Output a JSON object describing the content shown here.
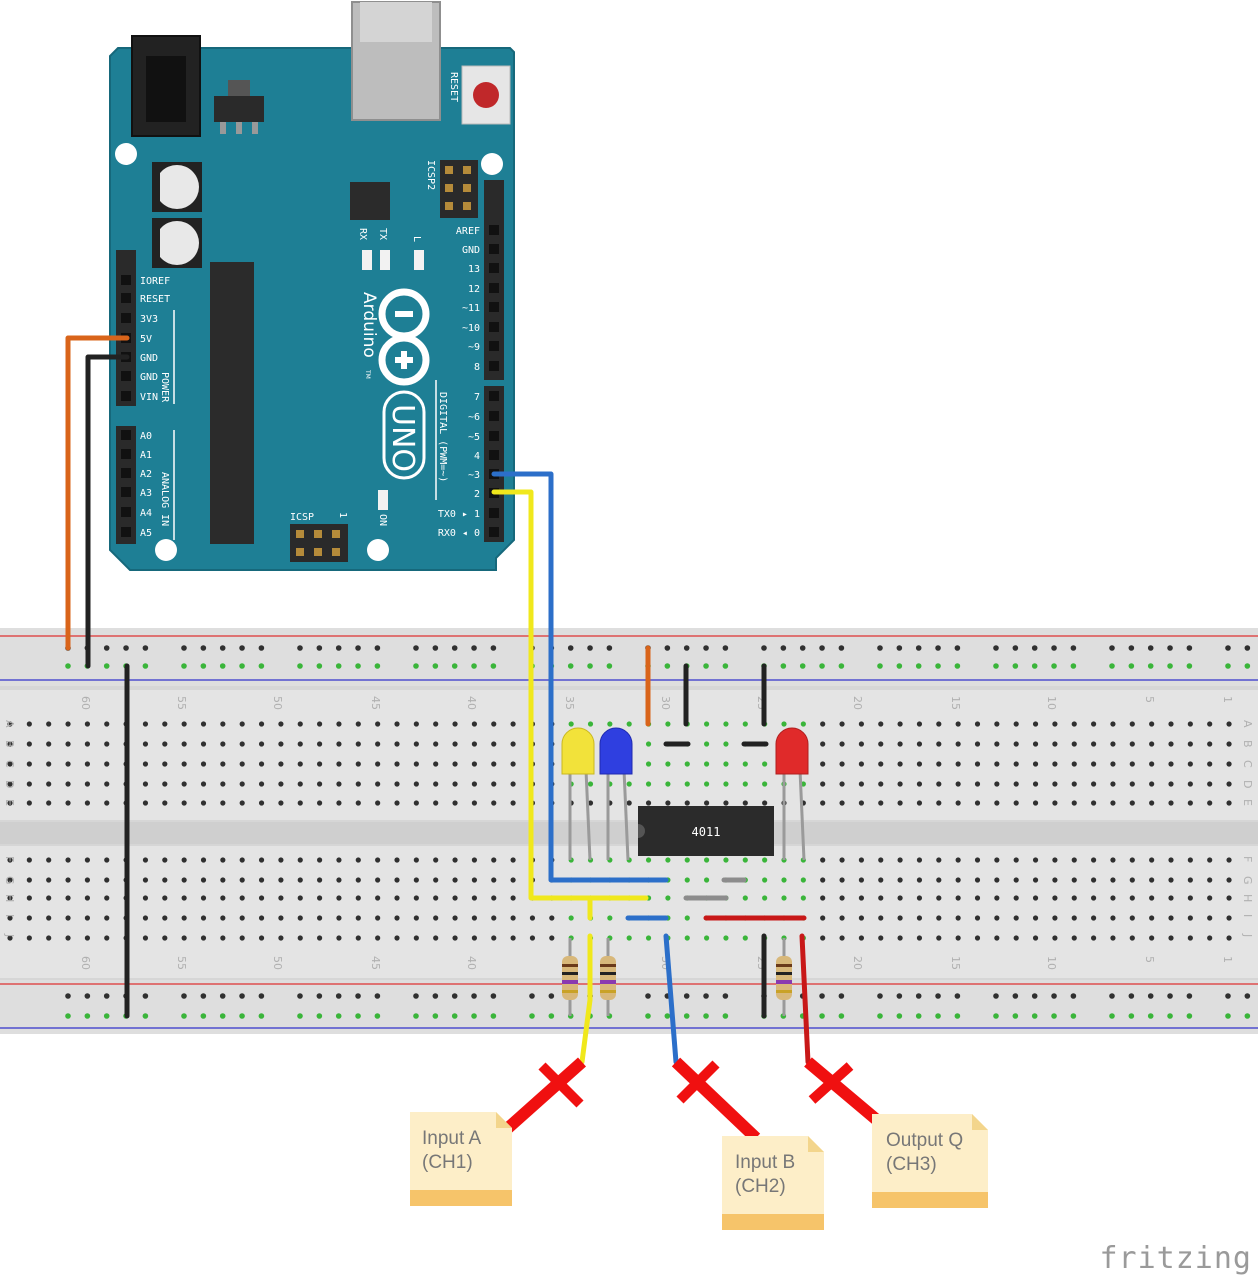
{
  "arduino": {
    "reset_label": "RESET",
    "icsp2_label": "ICSP2",
    "icsp_label": "ICSP",
    "icsp_pin1": "1",
    "brand": "Arduino",
    "tm": "TM",
    "model": "UNO",
    "rx_label": "RX",
    "tx_label": "TX",
    "l_label": "L",
    "on_label": "ON",
    "digital_header": "DIGITAL (PWM=~)",
    "power_header": "POWER",
    "analog_header": "ANALOG IN",
    "digital_pins": [
      "AREF",
      "GND",
      "13",
      "12",
      "~11",
      "~10",
      "~9",
      "8",
      "7",
      "~6",
      "~5",
      "4",
      "~3",
      "2",
      "TX0 ▸ 1",
      "RX0 ◂ 0"
    ],
    "power_pins": [
      "IOREF",
      "RESET",
      "3V3",
      "5V",
      "GND",
      "GND",
      "VIN"
    ],
    "analog_pins": [
      "A0",
      "A1",
      "A2",
      "A3",
      "A4",
      "A5"
    ]
  },
  "breadboard": {
    "column_numbers": [
      "60",
      "55",
      "50",
      "45",
      "40",
      "35",
      "30",
      "25",
      "20",
      "15",
      "10",
      "5",
      "1"
    ],
    "row_letters_top": [
      "A",
      "B",
      "C",
      "D",
      "E"
    ],
    "row_letters_bottom": [
      "F",
      "G",
      "H",
      "I",
      "J"
    ],
    "chip_label": "4011"
  },
  "leds": [
    {
      "color": "yellow",
      "hex": "#f2e23a"
    },
    {
      "color": "blue",
      "hex": "#2f3fe0"
    },
    {
      "color": "red",
      "hex": "#e02a2a"
    }
  ],
  "wire_colors": {
    "orange": "#d9641a",
    "black": "#222222",
    "blue": "#2c6fc9",
    "yellow": "#f0e81c",
    "red": "#c81818",
    "gray": "#8c8c8c"
  },
  "probes": [
    {
      "line1": "Input A",
      "line2": "(CH1)"
    },
    {
      "line1": "Input B",
      "line2": "(CH2)"
    },
    {
      "line1": "Output Q",
      "line2": "(CH3)"
    }
  ],
  "footer": {
    "brand": "fritzing"
  }
}
